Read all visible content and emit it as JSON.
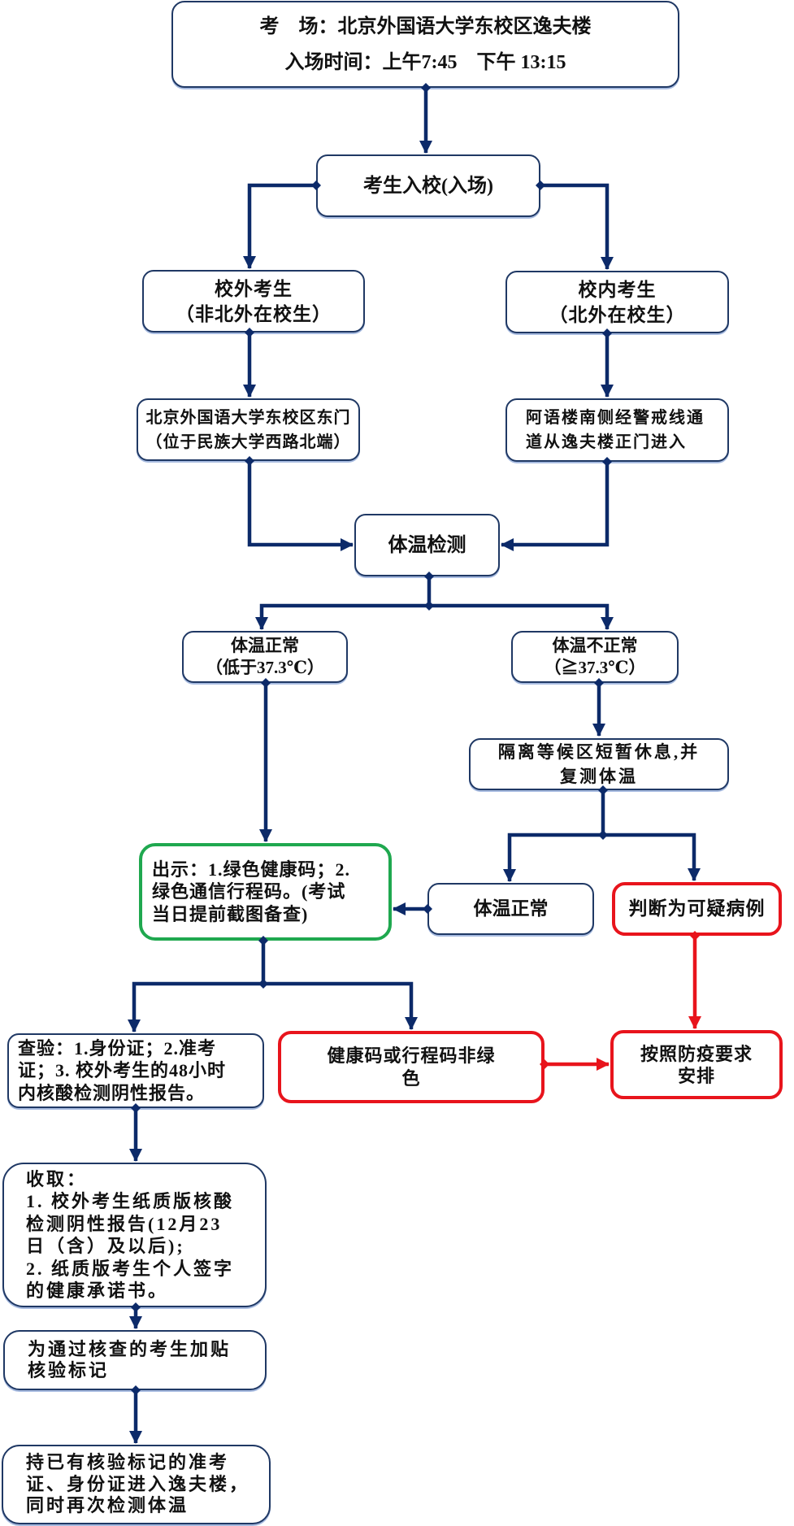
{
  "colors": {
    "navy": "#0c2a69",
    "box_border": "#1f3864",
    "green": "#1fa84f",
    "red": "#e8141c"
  },
  "flowchart": {
    "venue": {
      "lines": [
        "考　场：北京外国语大学东校区逸夫楼",
        "入场时间：上午7:45　下午 13:15"
      ]
    },
    "entry": {
      "lines": [
        "考生入校(入场)"
      ]
    },
    "off_campus": {
      "lines": [
        "校外考生",
        "（非北外在校生）"
      ]
    },
    "on_campus": {
      "lines": [
        "校内考生",
        "（北外在校生）"
      ]
    },
    "east_gate": {
      "lines": [
        "北京外国语大学东校区东门",
        "（位于民族大学西路北端）"
      ]
    },
    "arabic_building": {
      "lines": [
        "阿语楼南侧经警戒线通",
        "道从逸夫楼正门进入"
      ]
    },
    "temp_check": {
      "lines": [
        "体温检测"
      ]
    },
    "temp_normal": {
      "lines": [
        "体温正常",
        "（低于37.3℃）"
      ]
    },
    "temp_abnormal": {
      "lines": [
        "体温不正常",
        "（≧37.3℃）"
      ]
    },
    "isolation": {
      "lines": [
        "隔离等候区短暂休息,并",
        "复测体温"
      ]
    },
    "show_codes": {
      "lines": [
        "出示：1.绿色健康码；2.",
        "绿色通信行程码。(考试",
        "当日提前截图备查)"
      ]
    },
    "retest_normal": {
      "lines": [
        "体温正常"
      ]
    },
    "suspected": {
      "lines": [
        "判断为可疑病例"
      ]
    },
    "verify": {
      "lines": [
        "查验：1.身份证；2.准考",
        "证；3. 校外考生的48小时",
        "内核酸检测阴性报告。"
      ]
    },
    "code_not_green": {
      "lines": [
        "健康码或行程码非绿",
        "色"
      ]
    },
    "epidemic_protocol": {
      "lines": [
        "按照防疫要求",
        "安排"
      ]
    },
    "collect": {
      "lines": [
        "收取：",
        "1. 校外考生纸质版核酸",
        "检测阴性报告(12月23",
        "日（含）及以后);",
        "2. 纸质版考生个人签字",
        "的健康承诺书。"
      ]
    },
    "verification_mark": {
      "lines": [
        "为通过核查的考生加贴",
        "核验标记"
      ]
    },
    "enter_building": {
      "lines": [
        "持已有核验标记的准考",
        "证、身份证进入逸夫楼，",
        "同时再次检测体温"
      ]
    }
  },
  "edges": [
    {
      "from": "venue",
      "to": "entry"
    },
    {
      "from": "entry",
      "to": "off_campus"
    },
    {
      "from": "entry",
      "to": "on_campus"
    },
    {
      "from": "off_campus",
      "to": "east_gate"
    },
    {
      "from": "on_campus",
      "to": "arabic_building"
    },
    {
      "from": "east_gate",
      "to": "temp_check"
    },
    {
      "from": "arabic_building",
      "to": "temp_check"
    },
    {
      "from": "temp_check",
      "to": "temp_normal"
    },
    {
      "from": "temp_check",
      "to": "temp_abnormal"
    },
    {
      "from": "temp_normal",
      "to": "show_codes"
    },
    {
      "from": "temp_abnormal",
      "to": "isolation"
    },
    {
      "from": "isolation",
      "to": "retest_normal"
    },
    {
      "from": "isolation",
      "to": "suspected"
    },
    {
      "from": "retest_normal",
      "to": "show_codes"
    },
    {
      "from": "show_codes",
      "to": "verify"
    },
    {
      "from": "show_codes",
      "to": "code_not_green"
    },
    {
      "from": "suspected",
      "to": "epidemic_protocol",
      "color": "red"
    },
    {
      "from": "code_not_green",
      "to": "epidemic_protocol",
      "color": "red"
    },
    {
      "from": "verify",
      "to": "collect"
    },
    {
      "from": "collect",
      "to": "verification_mark"
    },
    {
      "from": "verification_mark",
      "to": "enter_building"
    }
  ]
}
